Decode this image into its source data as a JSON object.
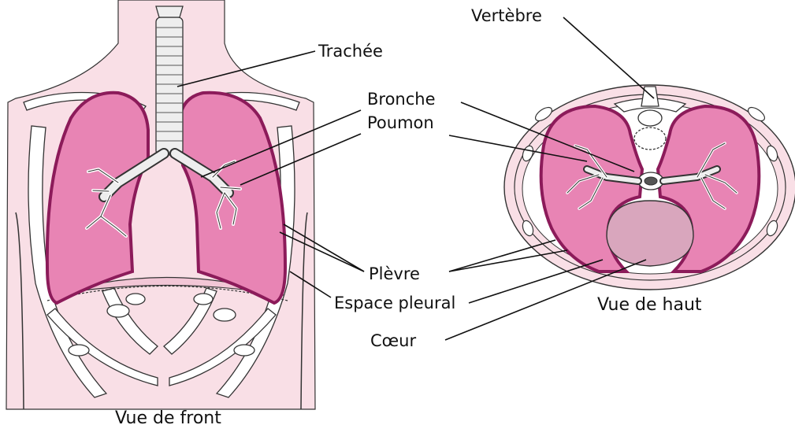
{
  "labels": {
    "vertebra": "Vertèbre",
    "trachea": "Trachée",
    "bronchus": "Bronche",
    "lung": "Poumon",
    "pleura": "Plèvre",
    "pleural_space": "Espace pleural",
    "heart": "Cœur"
  },
  "captions": {
    "front_view": "Vue de front",
    "top_view": "Vue de haut"
  },
  "colors": {
    "body_background": "#f9dfe6",
    "lung_fill": "#e884b4",
    "pleura_stroke": "#8c1b5a",
    "heart_fill": "#d9a6bd",
    "bone_fill": "#ffffff",
    "outline": "#222222",
    "leader_line": "#111111"
  }
}
